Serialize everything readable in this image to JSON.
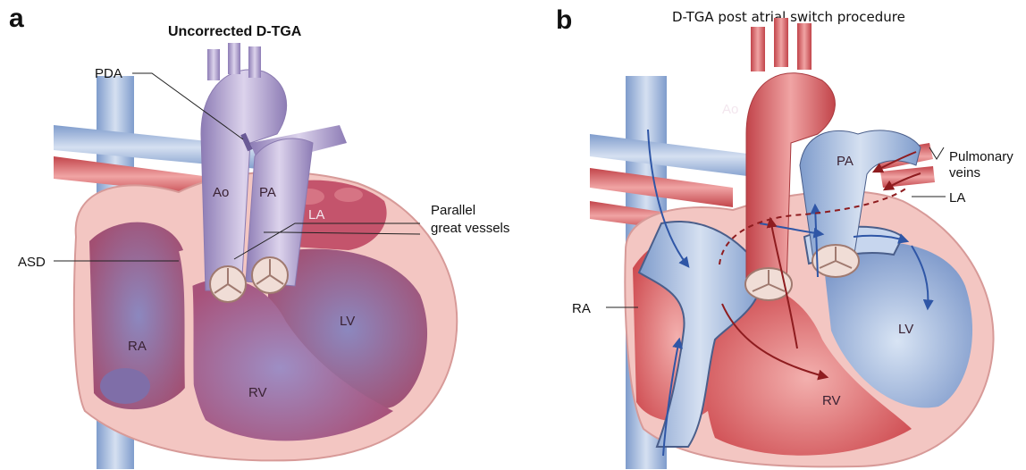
{
  "panel_a": {
    "letter": "a",
    "title": "Uncorrected D-TGA",
    "labels": {
      "pda": "PDA",
      "ao": "Ao",
      "pa": "PA",
      "la": "LA",
      "parallel_line1": "Parallel",
      "parallel_line2": "great vessels",
      "asd": "ASD",
      "ra": "RA",
      "lv": "LV",
      "rv": "RV"
    }
  },
  "panel_b": {
    "letter": "b",
    "title": "D-TGA post atrial switch procedure",
    "labels": {
      "ao": "Ao",
      "pa": "PA",
      "pulmonary_line1": "Pulmonary",
      "pulmonary_line2": "veins",
      "la": "LA",
      "ra": "RA",
      "lv": "LV",
      "rv": "RV"
    }
  },
  "colors": {
    "venous_blue": "#9fb6dc",
    "arterial_red": "#d9575c",
    "aorta_purple": "#b6a6d0",
    "myocardium_pink": "#f3c6c2",
    "chamber_plum": "#9a5278"
  }
}
